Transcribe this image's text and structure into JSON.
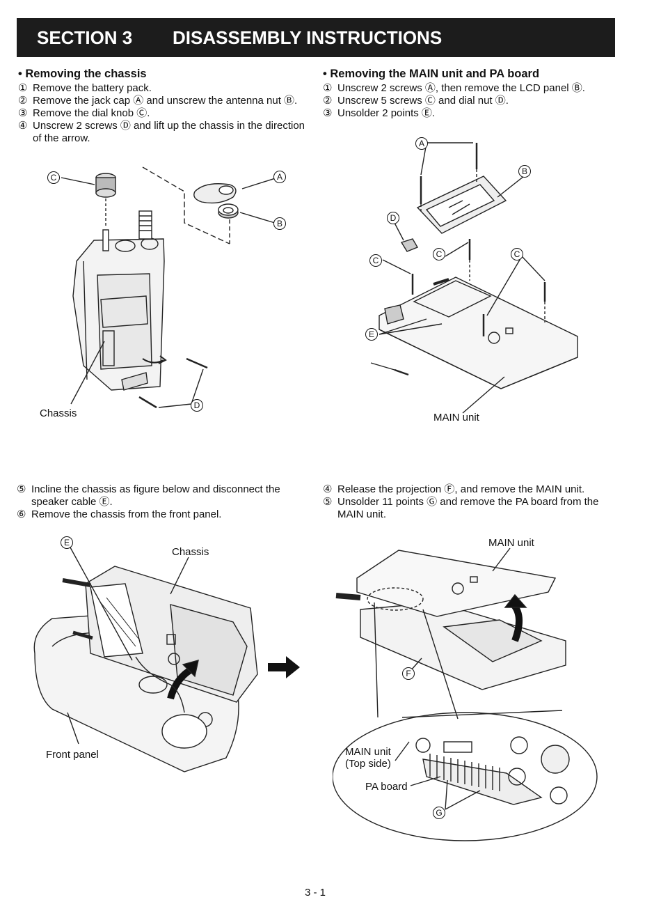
{
  "header": {
    "section": "SECTION 3",
    "title": "DISASSEMBLY INSTRUCTIONS"
  },
  "left_top": {
    "heading": "• Removing the chassis",
    "steps": [
      {
        "num": "①",
        "text": "Remove the battery pack."
      },
      {
        "num": "②",
        "text": "Remove the jack cap Ⓐ and unscrew the antenna nut Ⓑ."
      },
      {
        "num": "③",
        "text": "Remove the dial knob Ⓒ."
      },
      {
        "num": "④",
        "text": "Unscrew 2 screws Ⓓ and lift up the chassis in the direction of the arrow."
      }
    ]
  },
  "right_top": {
    "heading": "• Removing the MAIN unit and PA board",
    "steps": [
      {
        "num": "①",
        "text": "Unscrew 2 screws Ⓐ, then remove the LCD panel Ⓑ."
      },
      {
        "num": "②",
        "text": "Unscrew 5 screws Ⓒ and dial nut Ⓓ."
      },
      {
        "num": "③",
        "text": "Unsolder 2 points Ⓔ."
      }
    ]
  },
  "left_bottom": {
    "steps": [
      {
        "num": "⑤",
        "text": "Incline the chassis as figure below and disconnect the speaker cable Ⓔ."
      },
      {
        "num": "⑥",
        "text": "Remove the chassis from the front panel."
      }
    ]
  },
  "right_bottom": {
    "steps": [
      {
        "num": "④",
        "text": "Release the projection Ⓕ, and remove the MAIN unit."
      },
      {
        "num": "⑤",
        "text": "Unsolder 11 points Ⓖ and remove the PA board from the MAIN unit."
      }
    ]
  },
  "figures": {
    "fig1": {
      "chassis": "Chassis",
      "c": "C",
      "a": "A",
      "b": "B",
      "d": "D"
    },
    "fig2": {
      "main_unit": "MAIN unit",
      "a": "A",
      "b": "B",
      "c1": "C",
      "c2": "C",
      "c3": "C",
      "d": "D",
      "e": "E"
    },
    "fig3": {
      "chassis": "Chassis",
      "front_panel": "Front panel",
      "e": "E"
    },
    "fig4": {
      "main_unit": "MAIN unit",
      "main_unit_top_1": "MAIN unit",
      "main_unit_top_2": "(Top side)",
      "pa_board": "PA board",
      "f": "F",
      "g": "G"
    }
  },
  "footer": {
    "page": "3 - 1"
  }
}
